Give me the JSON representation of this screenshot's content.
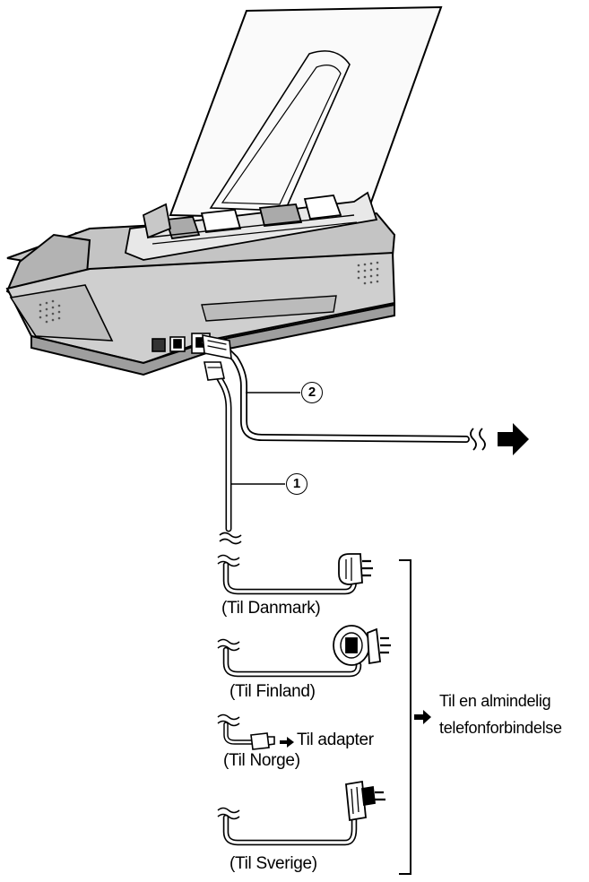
{
  "callouts": {
    "one": "1",
    "two": "2"
  },
  "countries": {
    "danmark": "(Til Danmark)",
    "finland": "(Til Finland)",
    "norge": "(Til Norge)",
    "sverige": "(Til Sverige)"
  },
  "adapter_label": "Til adapter",
  "destination": {
    "line1": "Til en almindelig",
    "line2": "telefonforbindelse"
  },
  "icons": [
    "arrow-right-icon",
    "bracket-icon",
    "phone-plug-icon",
    "wavy-break-icon"
  ]
}
